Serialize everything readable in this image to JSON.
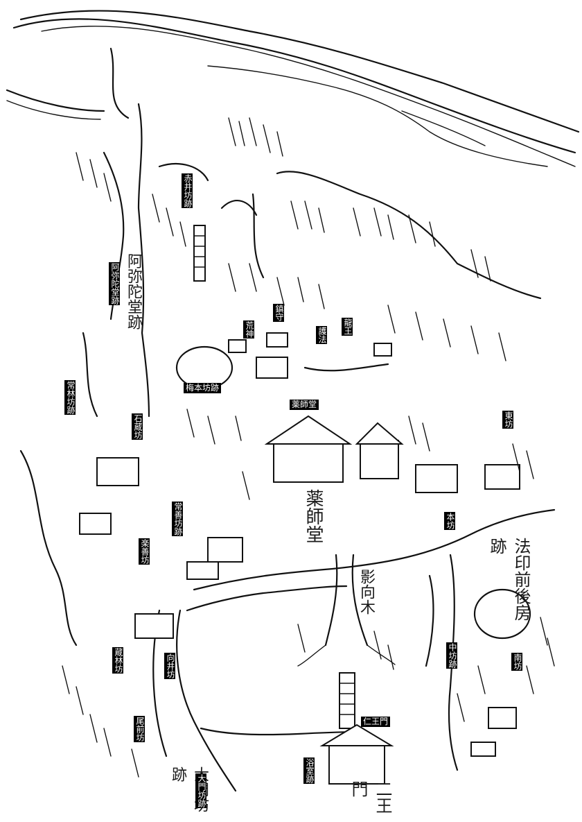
{
  "labels": {
    "akaibo": "赤井坊跡",
    "amidado": "阿弥陀堂跡",
    "kojin": "荒神",
    "chinju": "鎮守",
    "goho": "護法",
    "ryuo": "龍王",
    "umemoto": "梅本坊跡",
    "jorinbo": "常林坊跡",
    "sekizo": "石蔵坊",
    "yakushido": "薬師堂",
    "higashibo": "東坊",
    "honbo": "本坊",
    "tokiwa": "常善坊跡",
    "rakuzen": "楽善坊",
    "kurabayashi": "蔵林坊",
    "mukai": "向井坊",
    "nakabo": "中坊跡",
    "minamibo": "南坊",
    "niomon": "仁王門",
    "bizen": "尾前坊",
    "yokushitsu": "浴室跡",
    "daimon": "大門坊跡"
  },
  "handwritten": {
    "amida_hand": "阿弥陀堂跡",
    "yakushi_hand": "薬師堂",
    "niomon_hand": "二王門",
    "daimon_hand": "大門坊跡",
    "kagemukoki": "影向木",
    "hoin": "法印前後房跡"
  }
}
